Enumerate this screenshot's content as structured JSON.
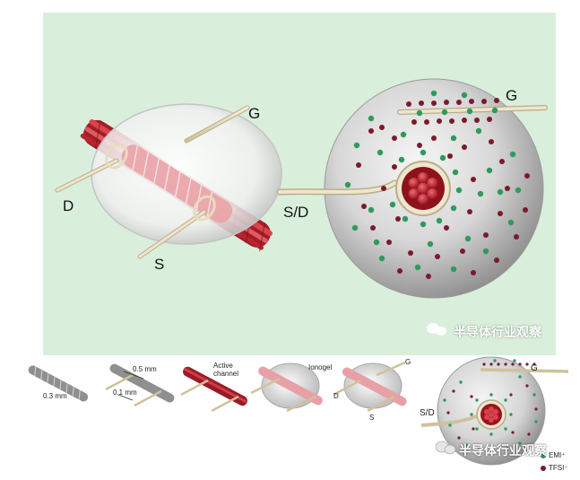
{
  "top": {
    "labels": {
      "gate": "G",
      "drain": "D",
      "source": "S",
      "source_drain": "S/D"
    },
    "watermark": "半导体行业观察"
  },
  "strip": {
    "labels": {
      "diameter": "0.3 mm",
      "spacing_top": "0.5 mm",
      "spacing_bottom": "0.1 mm",
      "active_channel": "Active\nchannel",
      "ionogel": "Ionogel",
      "drain": "D",
      "source": "S",
      "gate": "G",
      "gate2": "G",
      "source_drain": "S/D",
      "emi": "EMI⁺",
      "tfsi": "TFSI⁻"
    },
    "watermark": "半导体行业观察"
  },
  "colors": {
    "panel_bg": "#d9efdc",
    "fiber_red": "#c8313b",
    "fiber_pink": "#e7a1a6",
    "wire": "#e6dcc0",
    "gel": "#dcdcdc",
    "emi_dot": "#2f9a5e",
    "tfsi_dot": "#7a1a2a"
  }
}
